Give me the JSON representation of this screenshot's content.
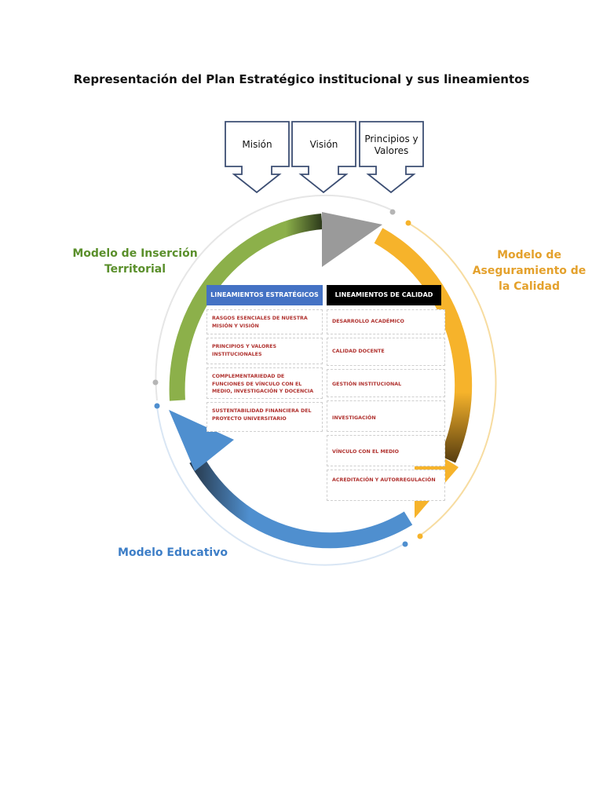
{
  "title": "Representación del Plan Estratégico institucional y sus lineamientos",
  "top_boxes": [
    "Misión",
    "Visión",
    "Principios y Valores"
  ],
  "models": {
    "green": "Modelo de Inserción Territorial",
    "orange": "Modelo de Aseguramiento de la Calidad",
    "blue": "Modelo Educativo"
  },
  "strategic": {
    "header": "LINEAMIENTOS ESTRATÉGICOS",
    "items": [
      "RASGOS ESENCIALES DE NUESTRA MISIÓN Y VISIÓN",
      "PRINCIPIOS Y VALORES INSTITUCIONALES",
      "COMPLEMENTARIEDAD DE FUNCIONES DE VÍNCULO CON EL MEDIO, INVESTIGACIÓN Y DOCENCIA",
      "SUSTENTABILIDAD FINANCIERA DEL PROYECTO UNIVERSITARIO"
    ]
  },
  "quality": {
    "header": "LINEAMIENTOS DE CALIDAD",
    "items": [
      "DESARROLLO ACADÉMICO",
      "CALIDAD DOCENTE",
      "GESTIÓN INSTITUCIONAL",
      "INVESTIGACIÓN",
      "VÍNCULO CON EL MEDIO",
      "ACREDITACIÓN Y AUTORREGULACIÓN"
    ]
  },
  "colors": {
    "green": "#8cb04a",
    "orange": "#f6b32b",
    "blue": "#4f8fcf",
    "gray": "#9a9a9a",
    "strategic_header": "#4472c4",
    "quality_header": "#000000",
    "item_text": "#b0322f"
  }
}
